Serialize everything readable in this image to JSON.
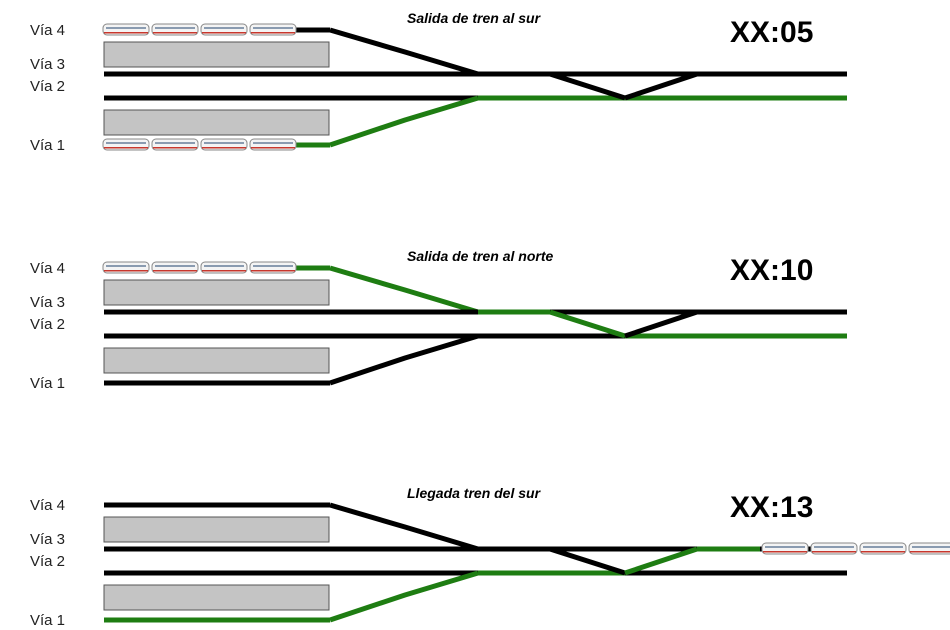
{
  "colors": {
    "track": "#000000",
    "route": "#1e7d12",
    "platform_fill": "#c4c4c4",
    "platform_stroke": "#555555",
    "train_body": "#f4f4f4",
    "train_stripe": "#c8372d"
  },
  "panels": [
    {
      "caption": "Salida de tren al sur",
      "time": "XX:05",
      "tracks": [
        "Vía 4",
        "Vía 3",
        "Vía 2",
        "Vía 1"
      ]
    },
    {
      "caption": "Salida de tren al norte",
      "time": "XX:10",
      "tracks": [
        "Vía 4",
        "Vía 3",
        "Vía 2",
        "Vía 1"
      ]
    },
    {
      "caption": "Llegada tren del sur",
      "time": "XX:13",
      "tracks": [
        "Vía 4",
        "Vía 3",
        "Vía 2",
        "Vía 1"
      ]
    }
  ]
}
